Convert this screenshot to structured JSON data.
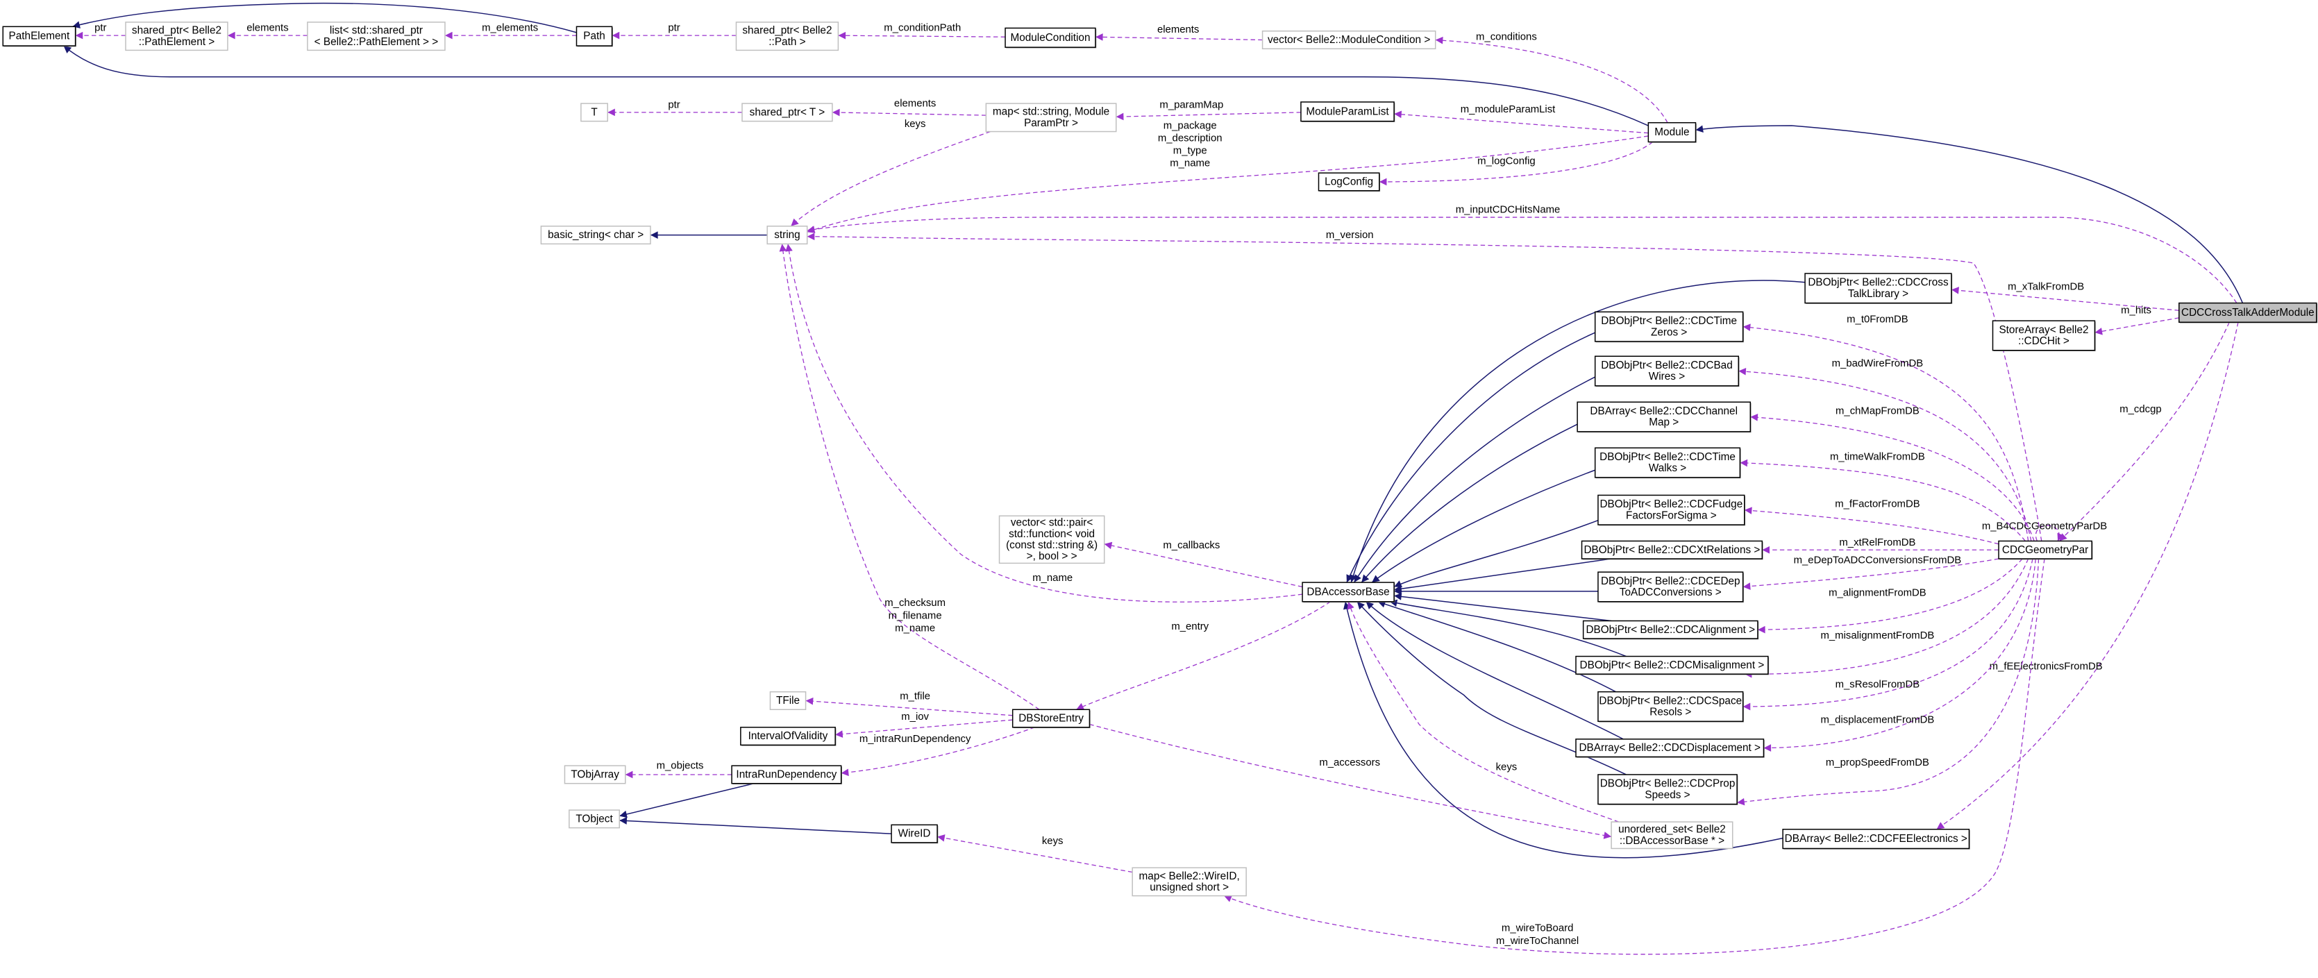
{
  "title": "CDCCrossTalkAdderModule collaboration diagram",
  "colors": {
    "inheritance": "#191970",
    "usage": "#9a32cd",
    "documented_border": "#000000",
    "undocumented_border": "#bfbfbf",
    "focus_fill": "#bfbfbf",
    "node_fill": "#ffffff"
  },
  "nodes": [
    {
      "id": "pathelement",
      "kind": "documented",
      "lines": [
        "PathElement"
      ]
    },
    {
      "id": "sp_pathelement",
      "kind": "undocumented",
      "lines": [
        "shared_ptr< Belle2",
        "::PathElement >"
      ]
    },
    {
      "id": "list_sp",
      "kind": "undocumented",
      "lines": [
        "list< std::shared_ptr",
        "< Belle2::PathElement > >"
      ]
    },
    {
      "id": "path",
      "kind": "documented",
      "lines": [
        "Path"
      ]
    },
    {
      "id": "sp_path",
      "kind": "undocumented",
      "lines": [
        "shared_ptr< Belle2",
        "::Path >"
      ]
    },
    {
      "id": "modulecondition",
      "kind": "documented",
      "lines": [
        "ModuleCondition"
      ]
    },
    {
      "id": "vec_modcond",
      "kind": "undocumented",
      "lines": [
        "vector< Belle2::ModuleCondition >"
      ]
    },
    {
      "id": "t",
      "kind": "undocumented",
      "lines": [
        "T"
      ]
    },
    {
      "id": "sp_t",
      "kind": "undocumented",
      "lines": [
        "shared_ptr< T >"
      ]
    },
    {
      "id": "map_param",
      "kind": "undocumented",
      "lines": [
        "map< std::string, Module",
        "ParamPtr >"
      ]
    },
    {
      "id": "moduleparamlist",
      "kind": "documented",
      "lines": [
        "ModuleParamList"
      ]
    },
    {
      "id": "module",
      "kind": "documented",
      "lines": [
        "Module"
      ]
    },
    {
      "id": "logconfig",
      "kind": "documented",
      "lines": [
        "LogConfig"
      ]
    },
    {
      "id": "basic_string",
      "kind": "undocumented",
      "lines": [
        "basic_string< char >"
      ]
    },
    {
      "id": "string",
      "kind": "undocumented",
      "lines": [
        "string"
      ]
    },
    {
      "id": "vec_pair",
      "kind": "undocumented",
      "lines": [
        "vector< std::pair<",
        "std::function< void",
        "(const std::string &)",
        ">, bool > >"
      ]
    },
    {
      "id": "dbaccessorbase",
      "kind": "documented",
      "lines": [
        "DBAccessorBase"
      ]
    },
    {
      "id": "dbobj_crosstalk",
      "kind": "documented",
      "lines": [
        "DBObjPtr< Belle2::CDCCross",
        "TalkLibrary >"
      ]
    },
    {
      "id": "cdccrosstalk",
      "kind": "focus",
      "lines": [
        "CDCCrossTalkAdderModule"
      ]
    },
    {
      "id": "storearray",
      "kind": "documented",
      "lines": [
        "StoreArray< Belle2",
        "::CDCHit >"
      ]
    },
    {
      "id": "timezeros",
      "kind": "documented",
      "lines": [
        "DBObjPtr< Belle2::CDCTime",
        "Zeros >"
      ]
    },
    {
      "id": "badwires",
      "kind": "documented",
      "lines": [
        "DBObjPtr< Belle2::CDCBad",
        "Wires >"
      ]
    },
    {
      "id": "chmap",
      "kind": "documented",
      "lines": [
        "DBArray< Belle2::CDCChannel",
        "Map >"
      ]
    },
    {
      "id": "timewalks",
      "kind": "documented",
      "lines": [
        "DBObjPtr< Belle2::CDCTime",
        "Walks >"
      ]
    },
    {
      "id": "fudge",
      "kind": "documented",
      "lines": [
        "DBObjPtr< Belle2::CDCFudge",
        "FactorsForSigma >"
      ]
    },
    {
      "id": "xtrel",
      "kind": "documented",
      "lines": [
        "DBObjPtr< Belle2::CDCXtRelations >"
      ]
    },
    {
      "id": "edep",
      "kind": "documented",
      "lines": [
        "DBObjPtr< Belle2::CDCEDep",
        "ToADCConversions >"
      ]
    },
    {
      "id": "alignment",
      "kind": "documented",
      "lines": [
        "DBObjPtr< Belle2::CDCAlignment >"
      ]
    },
    {
      "id": "misalign",
      "kind": "documented",
      "lines": [
        "DBObjPtr< Belle2::CDCMisalignment >"
      ]
    },
    {
      "id": "spaceresols",
      "kind": "documented",
      "lines": [
        "DBObjPtr< Belle2::CDCSpace",
        "Resols >"
      ]
    },
    {
      "id": "displacement",
      "kind": "documented",
      "lines": [
        "DBArray< Belle2::CDCDisplacement >"
      ]
    },
    {
      "id": "propspeeds",
      "kind": "documented",
      "lines": [
        "DBObjPtr< Belle2::CDCProp",
        "Speeds >"
      ]
    },
    {
      "id": "feelectronics",
      "kind": "documented",
      "lines": [
        "DBArray< Belle2::CDCFEElectronics >"
      ]
    },
    {
      "id": "cdcgeometrypar",
      "kind": "documented",
      "lines": [
        "CDCGeometryPar"
      ]
    },
    {
      "id": "dbstoreentry",
      "kind": "documented",
      "lines": [
        "DBStoreEntry"
      ]
    },
    {
      "id": "tfile",
      "kind": "undocumented",
      "lines": [
        "TFile"
      ]
    },
    {
      "id": "iov",
      "kind": "documented",
      "lines": [
        "IntervalOfValidity"
      ]
    },
    {
      "id": "tobjarray",
      "kind": "undocumented",
      "lines": [
        "TObjArray"
      ]
    },
    {
      "id": "intrarun",
      "kind": "documented",
      "lines": [
        "IntraRunDependency"
      ]
    },
    {
      "id": "tobject",
      "kind": "undocumented",
      "lines": [
        "TObject"
      ]
    },
    {
      "id": "wireid",
      "kind": "documented",
      "lines": [
        "WireID"
      ]
    },
    {
      "id": "map_wireid",
      "kind": "undocumented",
      "lines": [
        "map< Belle2::WireID,",
        "unsigned short >"
      ]
    },
    {
      "id": "unordered_set",
      "kind": "undocumented",
      "lines": [
        "unordered_set< Belle2",
        "::DBAccessorBase * >"
      ]
    }
  ],
  "edges": [
    {
      "from": "sp_pathelement",
      "to": "pathelement",
      "kind": "usage",
      "labels": [
        "ptr"
      ]
    },
    {
      "from": "list_sp",
      "to": "sp_pathelement",
      "kind": "usage",
      "labels": [
        "elements"
      ]
    },
    {
      "from": "path",
      "to": "list_sp",
      "kind": "usage",
      "labels": [
        "m_elements"
      ]
    },
    {
      "from": "sp_path",
      "to": "path",
      "kind": "usage",
      "labels": [
        "ptr"
      ]
    },
    {
      "from": "modulecondition",
      "to": "sp_path",
      "kind": "usage",
      "labels": [
        "m_conditionPath"
      ]
    },
    {
      "from": "vec_modcond",
      "to": "modulecondition",
      "kind": "usage",
      "labels": [
        "elements"
      ]
    },
    {
      "from": "module",
      "to": "vec_modcond",
      "kind": "usage",
      "labels": [
        "m_conditions"
      ]
    },
    {
      "from": "path",
      "to": "pathelement",
      "kind": "inheritance",
      "labels": []
    },
    {
      "from": "module",
      "to": "pathelement",
      "kind": "inheritance",
      "labels": []
    },
    {
      "from": "cdccrosstalk",
      "to": "module",
      "kind": "inheritance",
      "labels": []
    },
    {
      "from": "sp_t",
      "to": "t",
      "kind": "usage",
      "labels": [
        "ptr"
      ]
    },
    {
      "from": "map_param",
      "to": "sp_t",
      "kind": "usage",
      "labels": [
        "elements"
      ]
    },
    {
      "from": "moduleparamlist",
      "to": "map_param",
      "kind": "usage",
      "labels": [
        "m_paramMap"
      ]
    },
    {
      "from": "module",
      "to": "moduleparamlist",
      "kind": "usage",
      "labels": [
        "m_moduleParamList"
      ]
    },
    {
      "from": "map_param",
      "to": "string",
      "kind": "usage",
      "labels": [
        "keys"
      ]
    },
    {
      "from": "module",
      "to": "string",
      "kind": "usage",
      "labels": [
        "m_package",
        "m_description",
        "m_type",
        "m_name"
      ]
    },
    {
      "from": "module",
      "to": "logconfig",
      "kind": "usage",
      "labels": [
        "m_logConfig"
      ]
    },
    {
      "from": "string",
      "to": "basic_string",
      "kind": "inheritance",
      "labels": []
    },
    {
      "from": "cdccrosstalk",
      "to": "string",
      "kind": "usage",
      "labels": [
        "m_inputCDCHitsName"
      ]
    },
    {
      "from": "cdcgeometrypar",
      "to": "string",
      "kind": "usage",
      "labels": [
        "m_version"
      ]
    },
    {
      "from": "cdccrosstalk",
      "to": "dbobj_crosstalk",
      "kind": "usage",
      "labels": [
        "m_xTalkFromDB"
      ]
    },
    {
      "from": "cdccrosstalk",
      "to": "storearray",
      "kind": "usage",
      "labels": [
        "m_hits"
      ]
    },
    {
      "from": "cdccrosstalk",
      "to": "cdcgeometrypar",
      "kind": "usage",
      "labels": [
        "m_cdcgp"
      ]
    },
    {
      "from": "cdcgeometrypar",
      "to": "cdcgeometrypar",
      "kind": "usage",
      "labels": [
        "m_B4CDCGeometryParDB"
      ]
    },
    {
      "from": "cdccrosstalk",
      "to": "feelectronics",
      "kind": "usage",
      "labels": [
        "m_fEElectronicsFromDB"
      ]
    },
    {
      "from": "cdcgeometrypar",
      "to": "timezeros",
      "kind": "usage",
      "labels": [
        "m_t0FromDB"
      ]
    },
    {
      "from": "cdcgeometrypar",
      "to": "badwires",
      "kind": "usage",
      "labels": [
        "m_badWireFromDB"
      ]
    },
    {
      "from": "cdcgeometrypar",
      "to": "chmap",
      "kind": "usage",
      "labels": [
        "m_chMapFromDB"
      ]
    },
    {
      "from": "cdcgeometrypar",
      "to": "timewalks",
      "kind": "usage",
      "labels": [
        "m_timeWalkFromDB"
      ]
    },
    {
      "from": "cdcgeometrypar",
      "to": "fudge",
      "kind": "usage",
      "labels": [
        "m_fFactorFromDB"
      ]
    },
    {
      "from": "cdcgeometrypar",
      "to": "xtrel",
      "kind": "usage",
      "labels": [
        "m_xtRelFromDB"
      ]
    },
    {
      "from": "cdcgeometrypar",
      "to": "edep",
      "kind": "usage",
      "labels": [
        "m_eDepToADCConversionsFromDB"
      ]
    },
    {
      "from": "cdcgeometrypar",
      "to": "alignment",
      "kind": "usage",
      "labels": [
        "m_alignmentFromDB"
      ]
    },
    {
      "from": "cdcgeometrypar",
      "to": "misalign",
      "kind": "usage",
      "labels": [
        "m_misalignmentFromDB"
      ]
    },
    {
      "from": "cdcgeometrypar",
      "to": "spaceresols",
      "kind": "usage",
      "labels": [
        "m_sResolFromDB"
      ]
    },
    {
      "from": "cdcgeometrypar",
      "to": "displacement",
      "kind": "usage",
      "labels": [
        "m_displacementFromDB"
      ]
    },
    {
      "from": "cdcgeometrypar",
      "to": "propspeeds",
      "kind": "usage",
      "labels": [
        "m_propSpeedFromDB"
      ]
    },
    {
      "from": "cdcgeometrypar",
      "to": "map_wireid",
      "kind": "usage",
      "labels": [
        "m_wireToBoard",
        "m_wireToChannel"
      ]
    },
    {
      "from": "dbobj_crosstalk",
      "to": "dbaccessorbase",
      "kind": "inheritance",
      "labels": []
    },
    {
      "from": "timezeros",
      "to": "dbaccessorbase",
      "kind": "inheritance",
      "labels": []
    },
    {
      "from": "badwires",
      "to": "dbaccessorbase",
      "kind": "inheritance",
      "labels": []
    },
    {
      "from": "chmap",
      "to": "dbaccessorbase",
      "kind": "inheritance",
      "labels": []
    },
    {
      "from": "timewalks",
      "to": "dbaccessorbase",
      "kind": "inheritance",
      "labels": []
    },
    {
      "from": "fudge",
      "to": "dbaccessorbase",
      "kind": "inheritance",
      "labels": []
    },
    {
      "from": "xtrel",
      "to": "dbaccessorbase",
      "kind": "inheritance",
      "labels": []
    },
    {
      "from": "edep",
      "to": "dbaccessorbase",
      "kind": "inheritance",
      "labels": []
    },
    {
      "from": "alignment",
      "to": "dbaccessorbase",
      "kind": "inheritance",
      "labels": []
    },
    {
      "from": "misalign",
      "to": "dbaccessorbase",
      "kind": "inheritance",
      "labels": []
    },
    {
      "from": "spaceresols",
      "to": "dbaccessorbase",
      "kind": "inheritance",
      "labels": []
    },
    {
      "from": "displacement",
      "to": "dbaccessorbase",
      "kind": "inheritance",
      "labels": []
    },
    {
      "from": "propspeeds",
      "to": "dbaccessorbase",
      "kind": "inheritance",
      "labels": []
    },
    {
      "from": "feelectronics",
      "to": "dbaccessorbase",
      "kind": "inheritance",
      "labels": []
    },
    {
      "from": "dbaccessorbase",
      "to": "vec_pair",
      "kind": "usage",
      "labels": [
        "m_callbacks"
      ]
    },
    {
      "from": "dbaccessorbase",
      "to": "string",
      "kind": "usage",
      "labels": [
        "m_name"
      ]
    },
    {
      "from": "dbaccessorbase",
      "to": "dbstoreentry",
      "kind": "usage",
      "labels": [
        "m_entry"
      ]
    },
    {
      "from": "dbstoreentry",
      "to": "string",
      "kind": "usage",
      "labels": [
        "m_checksum",
        "m_filename",
        "m_name"
      ]
    },
    {
      "from": "dbstoreentry",
      "to": "tfile",
      "kind": "usage",
      "labels": [
        "m_tfile"
      ]
    },
    {
      "from": "dbstoreentry",
      "to": "iov",
      "kind": "usage",
      "labels": [
        "m_iov"
      ]
    },
    {
      "from": "dbstoreentry",
      "to": "intrarun",
      "kind": "usage",
      "labels": [
        "m_intraRunDependency"
      ]
    },
    {
      "from": "intrarun",
      "to": "tobjarray",
      "kind": "usage",
      "labels": [
        "m_objects"
      ]
    },
    {
      "from": "intrarun",
      "to": "tobject",
      "kind": "inheritance",
      "labels": []
    },
    {
      "from": "wireid",
      "to": "tobject",
      "kind": "inheritance",
      "labels": []
    },
    {
      "from": "map_wireid",
      "to": "wireid",
      "kind": "usage",
      "labels": [
        "keys"
      ]
    },
    {
      "from": "dbstoreentry",
      "to": "unordered_set",
      "kind": "usage",
      "labels": [
        "m_accessors"
      ]
    },
    {
      "from": "unordered_set",
      "to": "dbaccessorbase",
      "kind": "usage",
      "labels": [
        "keys"
      ]
    }
  ]
}
